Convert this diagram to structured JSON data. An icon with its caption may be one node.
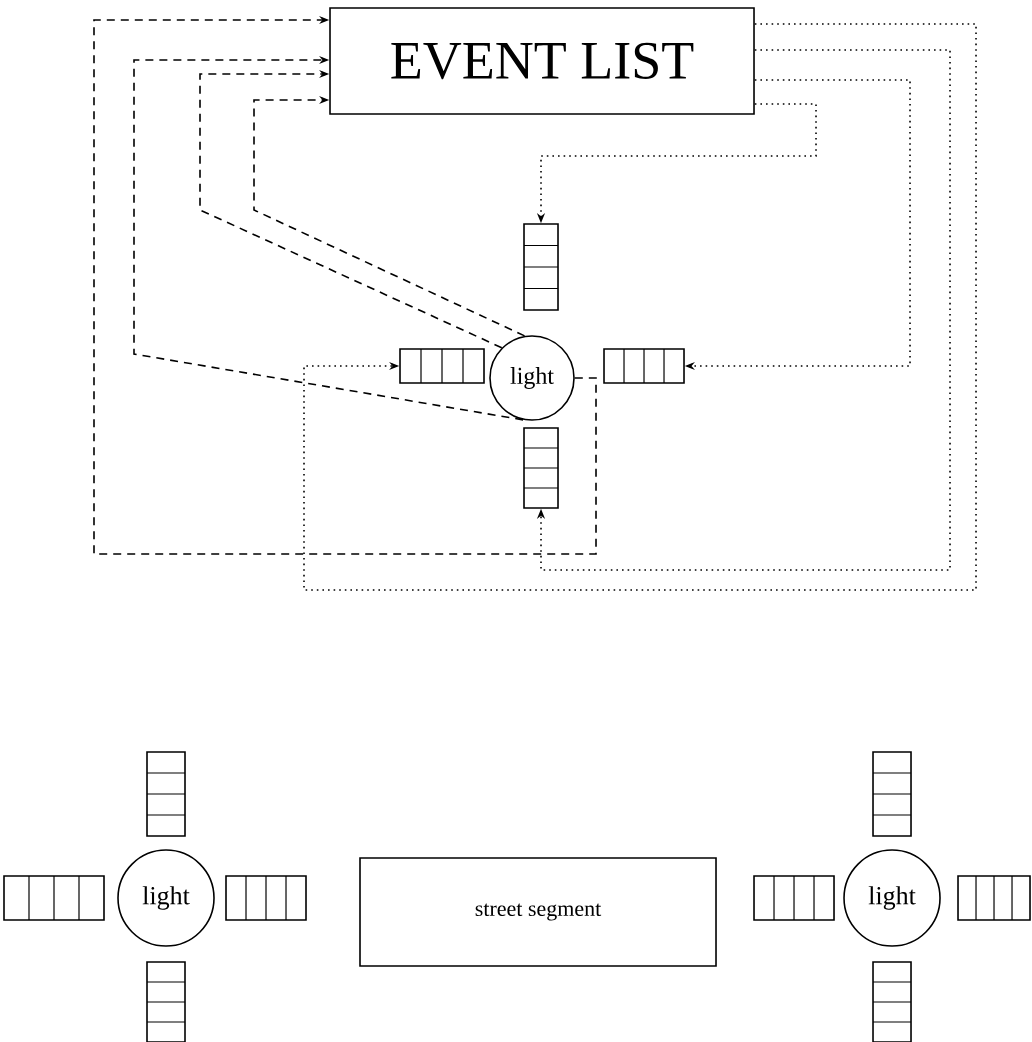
{
  "diagram": {
    "nodes": [
      {
        "text": [
          "EVENT LIST"
        ]
      },
      {
        "text": [],
        "shape": "box"
      },
      {
        "text": [],
        "shape": "box"
      },
      {
        "text": [
          "light"
        ]
      },
      {
        "text": [],
        "shape": "box"
      },
      {
        "text": [],
        "shape": "box"
      },
      {
        "text": [],
        "shape": "box"
      },
      {
        "text": [],
        "shape": "box"
      },
      {
        "text": [],
        "shape": "box"
      },
      {
        "text": [
          "light"
        ]
      },
      {
        "text": [],
        "shape": "box"
      },
      {
        "text": [
          "street segment"
        ]
      },
      {
        "text": [],
        "shape": "box"
      },
      {
        "text": [
          "light"
        ]
      },
      {
        "text": [],
        "shape": "box"
      },
      {
        "text": [],
        "shape": "box"
      },
      {
        "text": [],
        "shape": "box"
      }
    ],
    "edges": [
      {
        "from": 3,
        "to": 0,
        "arrow": "to",
        "style": "dashed"
      },
      {
        "from": 3,
        "to": 0,
        "arrow": "to",
        "style": "dashed"
      },
      {
        "from": 3,
        "to": 0,
        "arrow": "to",
        "style": "dashed"
      },
      {
        "from": 3,
        "to": 0,
        "arrow": "to",
        "style": "dashed"
      },
      {
        "from": 0,
        "to": 2,
        "arrow": "to"
      },
      {
        "from": 0,
        "to": 5,
        "arrow": "to"
      },
      {
        "from": 0,
        "to": 4,
        "arrow": "to"
      },
      {
        "from": 0,
        "to": 1,
        "arrow": "to"
      }
    ]
  }
}
